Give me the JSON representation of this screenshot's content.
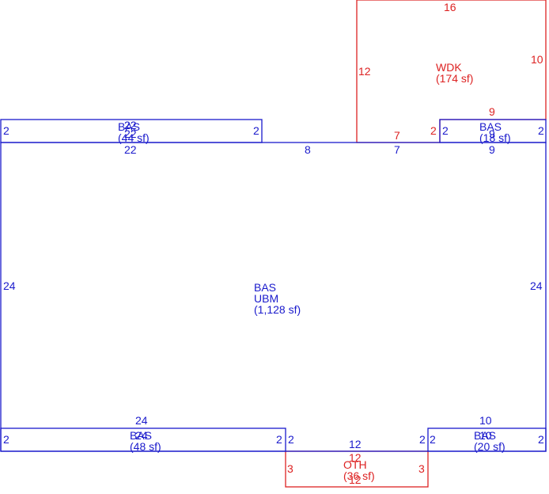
{
  "colors": {
    "living_area": "#1a1acc",
    "other_area": "#dd2222",
    "background": "#ffffff"
  },
  "areas": {
    "main": {
      "code": "BAS",
      "sub": "UBM",
      "area": "(1,128 sf)"
    },
    "top_left": {
      "code": "BAS",
      "area": "(44 sf)",
      "overlap": "22"
    },
    "top_right": {
      "code": "BAS",
      "area": "(18 sf)",
      "overlap": "9"
    },
    "bottom_left": {
      "code": "BAS",
      "area": "(48 sf)",
      "overlap": "24"
    },
    "bottom_right": {
      "code": "BAS",
      "area": "(20 sf)",
      "overlap": "10"
    },
    "deck": {
      "code": "WDK",
      "area": "(174 sf)"
    },
    "other": {
      "code": "OTH",
      "area": "(36 sf)",
      "overlap": "12"
    }
  },
  "dims": {
    "main_top_left": "22",
    "main_top_mid": "8",
    "main_top_right_a": "7",
    "main_top_right_b": "9",
    "main_left": "24",
    "main_right": "24",
    "main_bottom_left": "24",
    "main_bottom_mid": "12",
    "main_bottom_right": "10",
    "top_left_top": "22",
    "top_left_left": "2",
    "top_left_right": "2",
    "top_right_top": "9",
    "top_right_left": "2",
    "top_right_right": "2",
    "bottom_left_left": "2",
    "bottom_left_right": "2",
    "bottom_right_left": "2",
    "bottom_right_right": "2",
    "bottom_mid_left": "2",
    "bottom_mid_right": "2",
    "deck_top": "16",
    "deck_left": "12",
    "deck_right": "10",
    "deck_bottom": "7",
    "deck_notch": "2",
    "other_top": "12",
    "other_bottom": "12",
    "other_left": "3",
    "other_right": "3"
  }
}
